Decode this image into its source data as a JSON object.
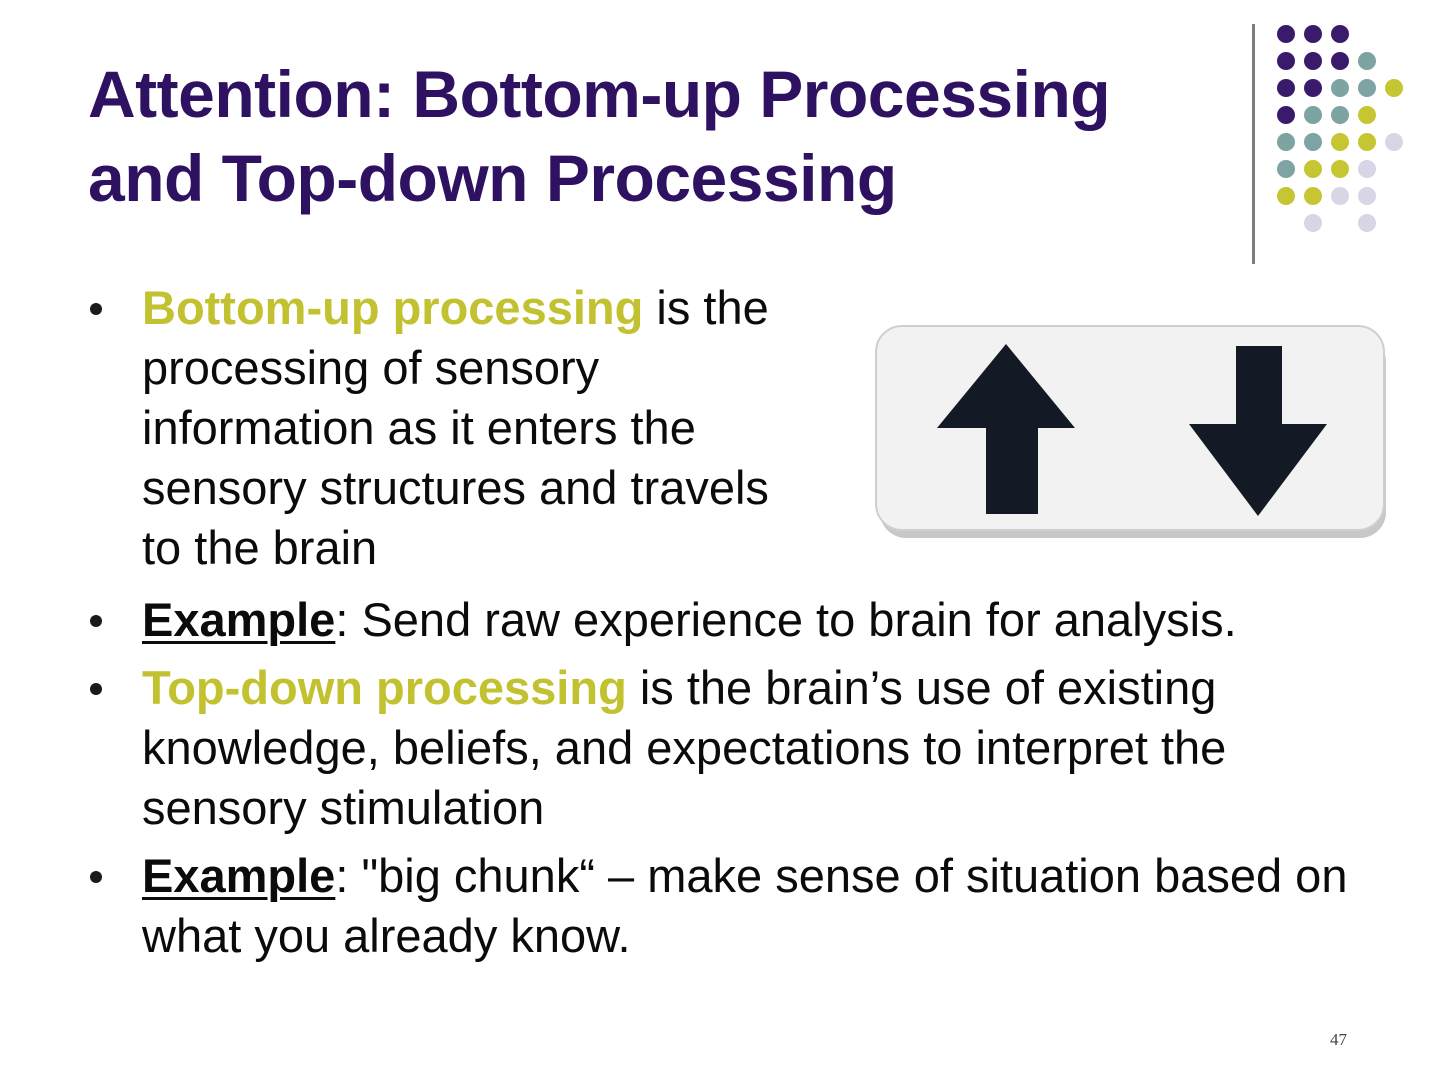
{
  "slide": {
    "title_line1": "Attention: Bottom-up Processing",
    "title_line2": "and Top-down Processing",
    "page_number": "47",
    "bullets": [
      {
        "term": "Bottom-up processing",
        "rest": " is the processing of sensory information as it enters the sensory structures and travels to the brain"
      },
      {
        "label": "Example",
        "text": ": Send raw experience to brain for analysis."
      },
      {
        "term": "Top-down processing",
        "rest": " is the brain’s use of existing knowledge, beliefs, and expectations to interpret the sensory stimulation"
      },
      {
        "label": "Example",
        "text": ": \"big chunk“ – make sense of situation based on what you already know."
      }
    ],
    "image": {
      "name": "up-down-arrows-sign",
      "icons": [
        "arrow-up-icon",
        "arrow-down-icon"
      ]
    }
  },
  "colors": {
    "title": "#2e1160",
    "accent": "#c2c12f",
    "text": "#0b0b0b",
    "dots": [
      "#3a1a6b",
      "#7ea3a3",
      "#c6c632",
      "#d8d5e6"
    ]
  }
}
